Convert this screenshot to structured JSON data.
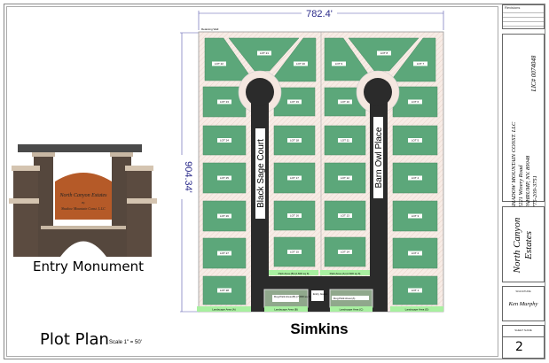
{
  "dimensions": {
    "width": "782.4'",
    "height": "904.34'"
  },
  "retaining_wall": "Retaining Wall",
  "streets": {
    "left": "Black Sage Court",
    "right": "Barn Owl Place",
    "bottom": "Simkins"
  },
  "lots": {
    "left_cluster": [
      "LOT 22",
      "LOT 21",
      "LOT 20"
    ],
    "left_outer": [
      "LOT 23",
      "LOT 24",
      "LOT 25",
      "LOT 26",
      "LOT 27",
      "LOT 28"
    ],
    "left_inner": [
      "LOT 19",
      "LOT 18",
      "LOT 17",
      "LOT 16",
      "LOT 15"
    ],
    "right_cluster": [
      "LOT 9",
      "LOT 8",
      "LOT 7"
    ],
    "right_inner": [
      "LOT 10",
      "LOT 11",
      "LOT 12",
      "LOT 13",
      "LOT 14"
    ],
    "right_outer": [
      "LOT 6",
      "LOT 5",
      "LOT 4",
      "LOT 3",
      "LOT 2",
      "LOT 1"
    ]
  },
  "areas": {
    "park_a": "Park Area (B) (2,600 sq ft)",
    "park_b": "Park Area (A) (2,600 sq ft)",
    "dog_park_left": "Dog Park Area (B) (7,000 sq ft)",
    "dog_park_right": "Dog Park Area (A)",
    "entry_gates": "Entry Gates",
    "landscape": [
      "Landscape Area (A)",
      "Landscape Area (B)",
      "Landscape Area (C)",
      "Landscape Area (D)"
    ]
  },
  "monument": {
    "sign_title": "North Canyon Estates",
    "sign_by": "By",
    "sign_company": "Shadow Mountain Const. L.LC",
    "caption": "Entry Monument"
  },
  "plot_plan": {
    "title": "Plot Plan",
    "scale": "Scale 1\" = 50'"
  },
  "title_block": {
    "revisions": "Revisions",
    "company": "SHADOW MOUNTAIN CONST. LLC",
    "address1": "2221 Winery Road",
    "address2": "PAHRUMP, NV. 89048",
    "phone": "775-209-3751",
    "license": "LIC# 0074048",
    "project_line1": "North Canyon",
    "project_line2": "Estates",
    "signature_label": "SIGNATURE",
    "signature": "Ken Murphy",
    "sheet_label": "SHEET NAME",
    "sheet_number": "2"
  },
  "colors": {
    "lot": "#5ca77a",
    "road": "#2b2b2b",
    "setback": "#f7ece6",
    "landscape": "#a8f0a0",
    "dim": "#2a2a8a"
  }
}
